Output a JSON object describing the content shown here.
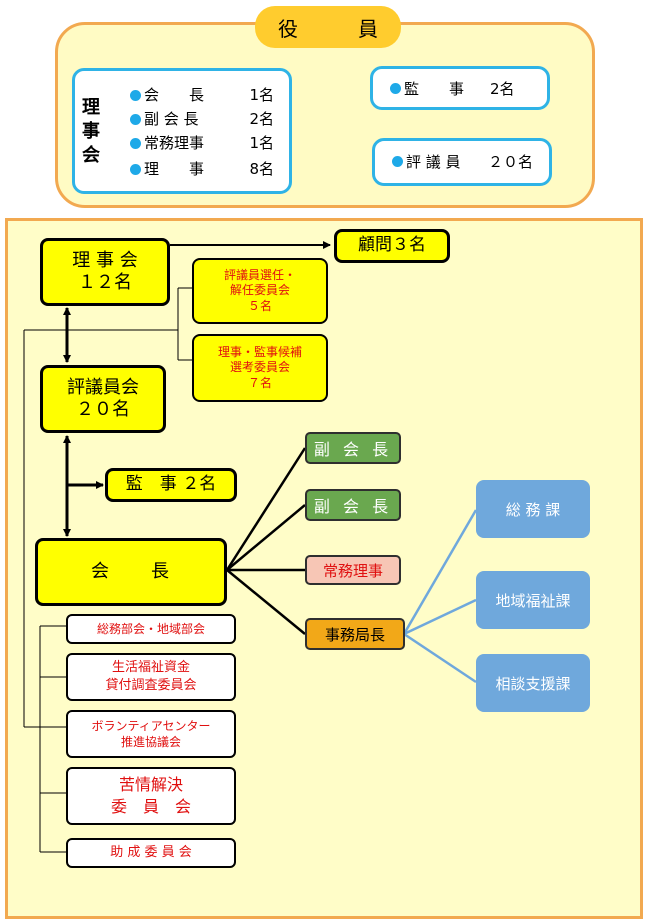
{
  "officers": {
    "title": "役　員",
    "board": {
      "label": [
        "理",
        "事",
        "会"
      ],
      "roles": [
        {
          "name": "会　　長",
          "count": "1名"
        },
        {
          "name": "副 会 長",
          "count": "2名"
        },
        {
          "name": "常務理事",
          "count": "1名"
        },
        {
          "name": "理　　事",
          "count": "8名"
        }
      ]
    },
    "auditor": {
      "name": "監　　事",
      "count": "2名"
    },
    "councilor": {
      "name": "評 議 員",
      "count": "２０名"
    }
  },
  "org": {
    "board": {
      "line1": "理 事 会",
      "line2": "１２名"
    },
    "advisors": "顧問３名",
    "selection_committee": [
      "評議員選任・",
      "解任委員会",
      "５名"
    ],
    "nomination_committee": [
      "理事・監事候補",
      "選考委員会",
      "７名"
    ],
    "council": {
      "line1": "評議員会",
      "line2": "２０名"
    },
    "auditors": "監　事 ２名",
    "president": "会　　長",
    "vice_president_1": "副 会 長",
    "vice_president_2": "副 会 長",
    "managing_director": "常務理事",
    "secretary_general": "事務局長",
    "departments": [
      "総 務 課",
      "地域福祉課",
      "相談支援課"
    ],
    "subcommittees": [
      [
        "総務部会・地域部会"
      ],
      [
        "生活福祉資金",
        "貸付調査委員会"
      ],
      [
        "ボランティアセンター",
        "推進協議会"
      ],
      [
        "苦情解決",
        "委　員　会"
      ],
      [
        "助 成 委 員 会"
      ]
    ]
  },
  "colors": {
    "panel_border": "#f2a950",
    "panel_fill": "#fffbc4",
    "title_fill": "#ffcc2e",
    "blue_border": "#2fb3e6",
    "box_yellow": "#ffff00",
    "green": "#6aa84f",
    "pink": "#f7c6b5",
    "orange": "#f2a818",
    "dept_blue": "#6fa8dc",
    "red_text": "#e01010"
  }
}
